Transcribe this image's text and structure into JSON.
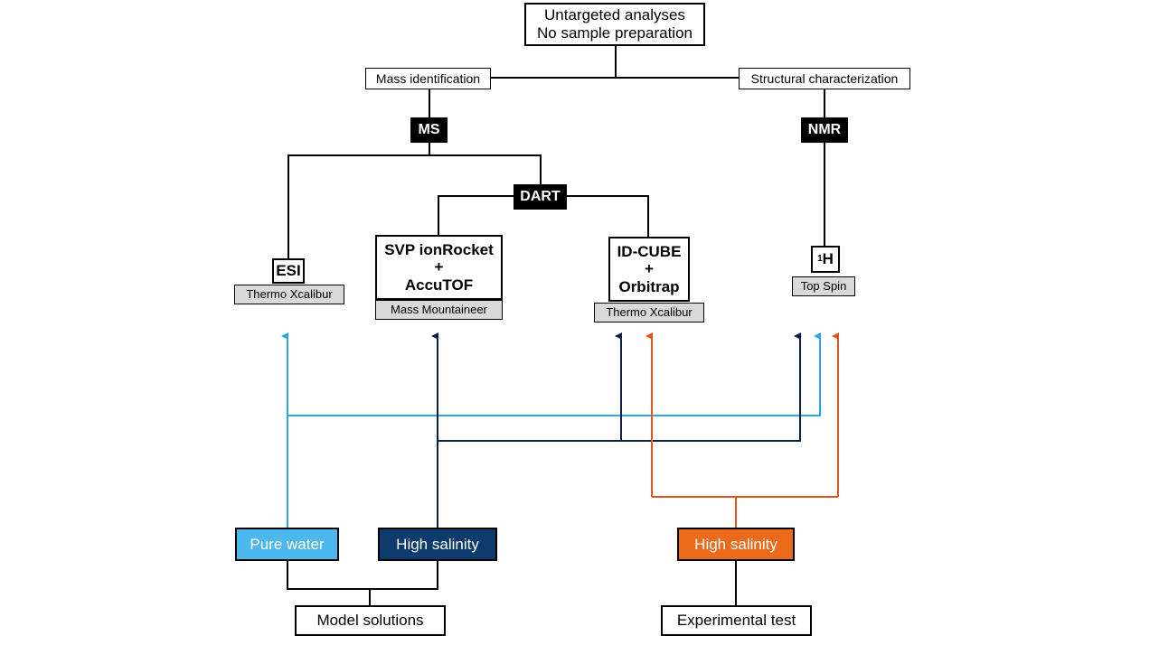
{
  "nodes": {
    "root": [
      "Untargeted analyses",
      "No sample preparation"
    ],
    "mass_identification": "Mass identification",
    "structural_characterization": "Structural characterization",
    "ms": "MS",
    "nmr": "NMR",
    "dart": "DART",
    "esi": "ESI",
    "esi_software": "Thermo Xcalibur",
    "svp": [
      "SVP ionRocket",
      "+",
      "AccuTOF"
    ],
    "svp_software": "Mass Mountaineer",
    "idcube": [
      "ID-CUBE",
      "+",
      "Orbitrap"
    ],
    "idcube_software": "Thermo Xcalibur",
    "h1_sup": "1",
    "h1": "H",
    "h1_software": "Top Spin",
    "pure_water": "Pure water",
    "high_salinity_model": "High salinity",
    "high_salinity_exp": "High salinity",
    "model_solutions": "Model solutions",
    "experimental_test": "Experimental test"
  },
  "colors": {
    "pure_water": "#4db8ee",
    "high_salinity_model": "#0d3b6e",
    "high_salinity_exp": "#ec6a1c",
    "line_light_blue": "#2aa6e6",
    "line_navy": "#0d1f4d",
    "line_orange": "#e0551a",
    "line_black": "#000000"
  }
}
